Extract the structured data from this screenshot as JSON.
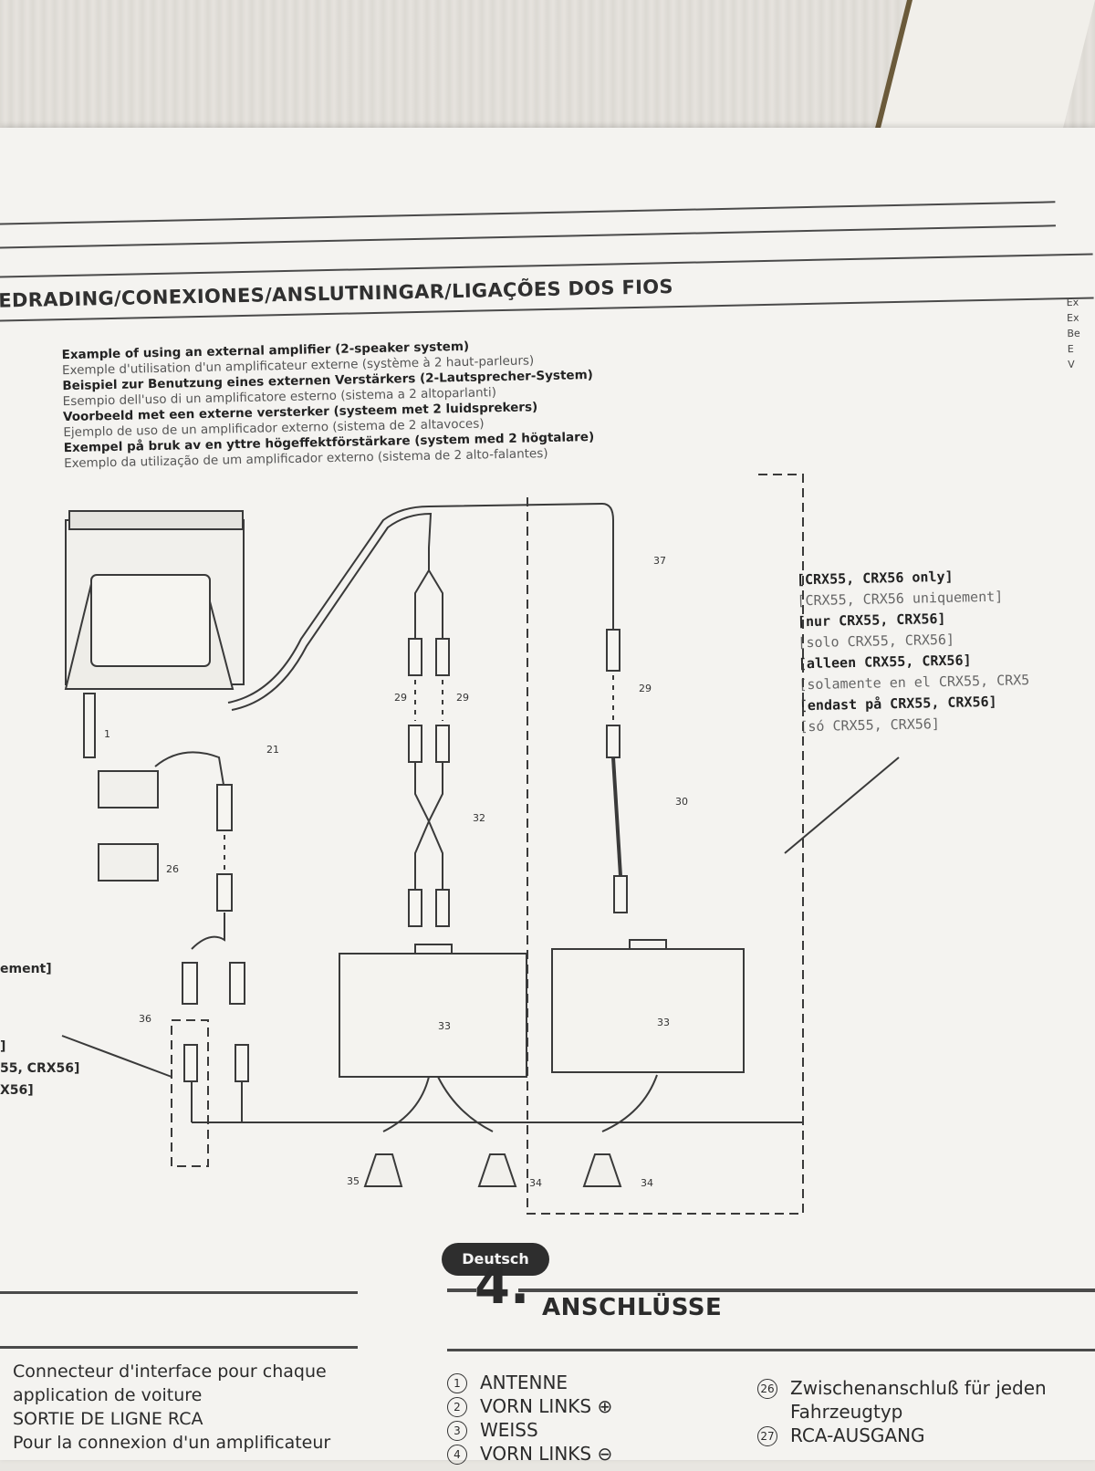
{
  "header": {
    "title": "EDRADING/CONEXIONES/ANSLUTNINGAR/LIGAÇÕES DOS FIOS"
  },
  "examples": [
    {
      "text": "Example of using an external amplifier (2-speaker system)",
      "bold": true
    },
    {
      "text": "Exemple d'utilisation d'un amplificateur externe (système à 2 haut-parleurs)",
      "bold": false
    },
    {
      "text": "Beispiel zur Benutzung eines externen Verstärkers (2-Lautsprecher-System)",
      "bold": true
    },
    {
      "text": "Esempio dell'uso di un amplificatore esterno (sistema a 2 altoparlanti)",
      "bold": false
    },
    {
      "text": "Voorbeeld met een externe versterker (systeem met 2 luidsprekers)",
      "bold": true
    },
    {
      "text": "Ejemplo de uso de un amplificador externo (sistema de 2 altavoces)",
      "bold": false
    },
    {
      "text": "Exempel på bruk av en yttre högeffektförstärkare (system med 2 högtalare)",
      "bold": true
    },
    {
      "text": "Exemplo da utilização de um amplificador externo (sistema de 2 alto-falantes)",
      "bold": false
    }
  ],
  "only_notes": [
    {
      "text": "[CRX55, CRX56 only]",
      "bold": true
    },
    {
      "text": "[CRX55, CRX56 uniquement]",
      "bold": false
    },
    {
      "text": "[nur CRX55, CRX56]",
      "bold": true
    },
    {
      "text": "[solo CRX55, CRX56]",
      "bold": false
    },
    {
      "text": "[alleen CRX55, CRX56]",
      "bold": true
    },
    {
      "text": "[solamente en el CRX55, CRX5",
      "bold": false
    },
    {
      "text": "[endast på CRX55, CRX56]",
      "bold": true
    },
    {
      "text": "[só CRX55, CRX56]",
      "bold": false
    }
  ],
  "edge_right": [
    "Ex",
    "Ex",
    "Be",
    "E",
    "V"
  ],
  "edge_left": {
    "line1": "ement]",
    "line2": "]",
    "line3": "55, CRX56]",
    "line4": "X56]"
  },
  "diagram_labels": {
    "n1": "1",
    "n21": "21",
    "n26": "26",
    "n29a": "29",
    "n29b": "29",
    "n29c": "29",
    "n30": "30",
    "n32": "32",
    "n33a": "33",
    "n33b": "33",
    "n34a": "34",
    "n34b": "34",
    "n35": "35",
    "n36": "36",
    "n37": "37"
  },
  "section": {
    "badge": "Deutsch",
    "number": "4.",
    "title": "ANSCHLÜSSE"
  },
  "french_list": [
    "Connecteur d'interface pour chaque",
    "application de voiture",
    "SORTIE DE LIGNE RCA",
    "Pour la connexion d'un amplificateur"
  ],
  "german_list": [
    {
      "num": "1",
      "text": "ANTENNE"
    },
    {
      "num": "2",
      "text": "VORN LINKS ⊕"
    },
    {
      "num": "3",
      "text": "WEISS"
    },
    {
      "num": "4",
      "text": "VORN LINKS ⊖"
    }
  ],
  "german_list2": [
    {
      "num": "26",
      "text": "Zwischenanschluß für jeden"
    },
    {
      "num": "",
      "text": "Fahrzeugtyp"
    },
    {
      "num": "27",
      "text": "RCA-AUSGANG"
    }
  ]
}
